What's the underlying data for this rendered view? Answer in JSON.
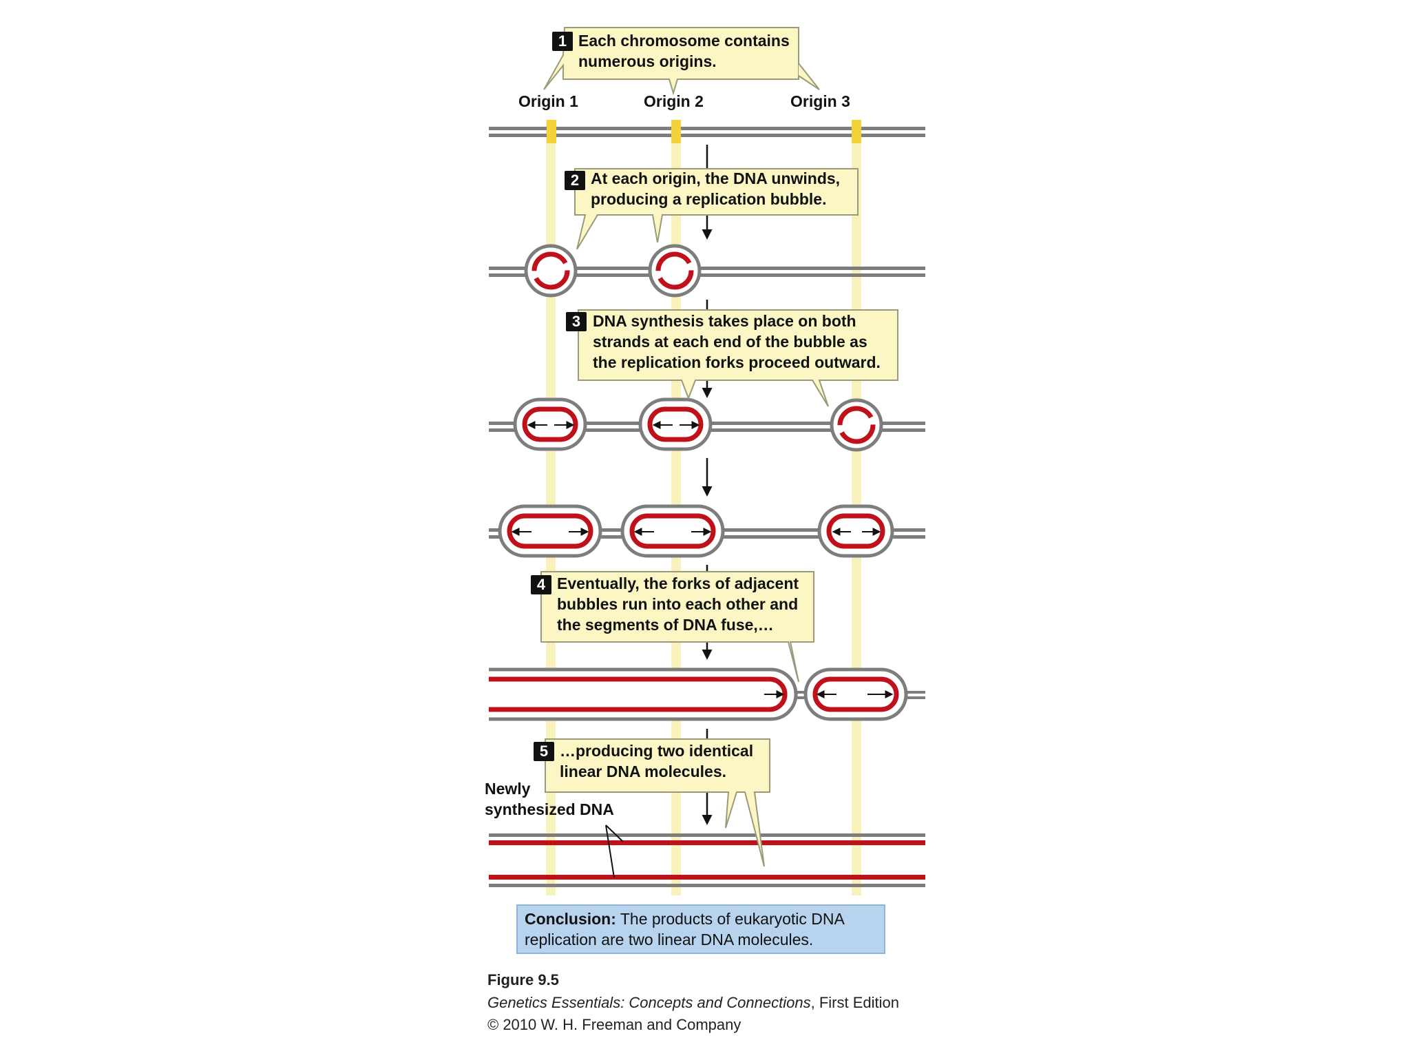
{
  "origins": [
    "Origin 1",
    "Origin 2",
    "Origin 3"
  ],
  "steps": [
    {
      "num": "1",
      "lines": [
        "Each chromosome contains",
        "numerous origins."
      ]
    },
    {
      "num": "2",
      "lines": [
        "At each origin, the DNA unwinds,",
        "producing a replication bubble."
      ]
    },
    {
      "num": "3",
      "lines": [
        "DNA synthesis takes place on both",
        "strands at each end of the bubble as",
        "the replication forks proceed outward."
      ]
    },
    {
      "num": "4",
      "lines": [
        "Eventually, the forks of adjacent",
        "bubbles run into each other and",
        "the segments of DNA fuse,…"
      ]
    },
    {
      "num": "5",
      "lines": [
        "…producing two identical",
        "linear DNA molecules."
      ]
    }
  ],
  "newly_label": [
    "Newly",
    "synthesized DNA"
  ],
  "conclusion": {
    "bold": "Conclusion:",
    "rest": " The products of eukaryotic DNA replication are two linear DNA molecules."
  },
  "caption": {
    "figure": "Figure 9.5",
    "book_italic": "Genetics Essentials: Concepts and Connections",
    "edition": ", First Edition",
    "copyright": "© 2010 W. H. Freeman and Company"
  },
  "colors": {
    "strand": "#7d7d7d",
    "new_strand": "#c0101a",
    "origin_band": "#f7efb0",
    "origin_mark": "#f2d43a",
    "callout": "#fbf6c4",
    "callout_border": "#9a9a7a",
    "conclusion_bg": "#b8d3ee"
  }
}
